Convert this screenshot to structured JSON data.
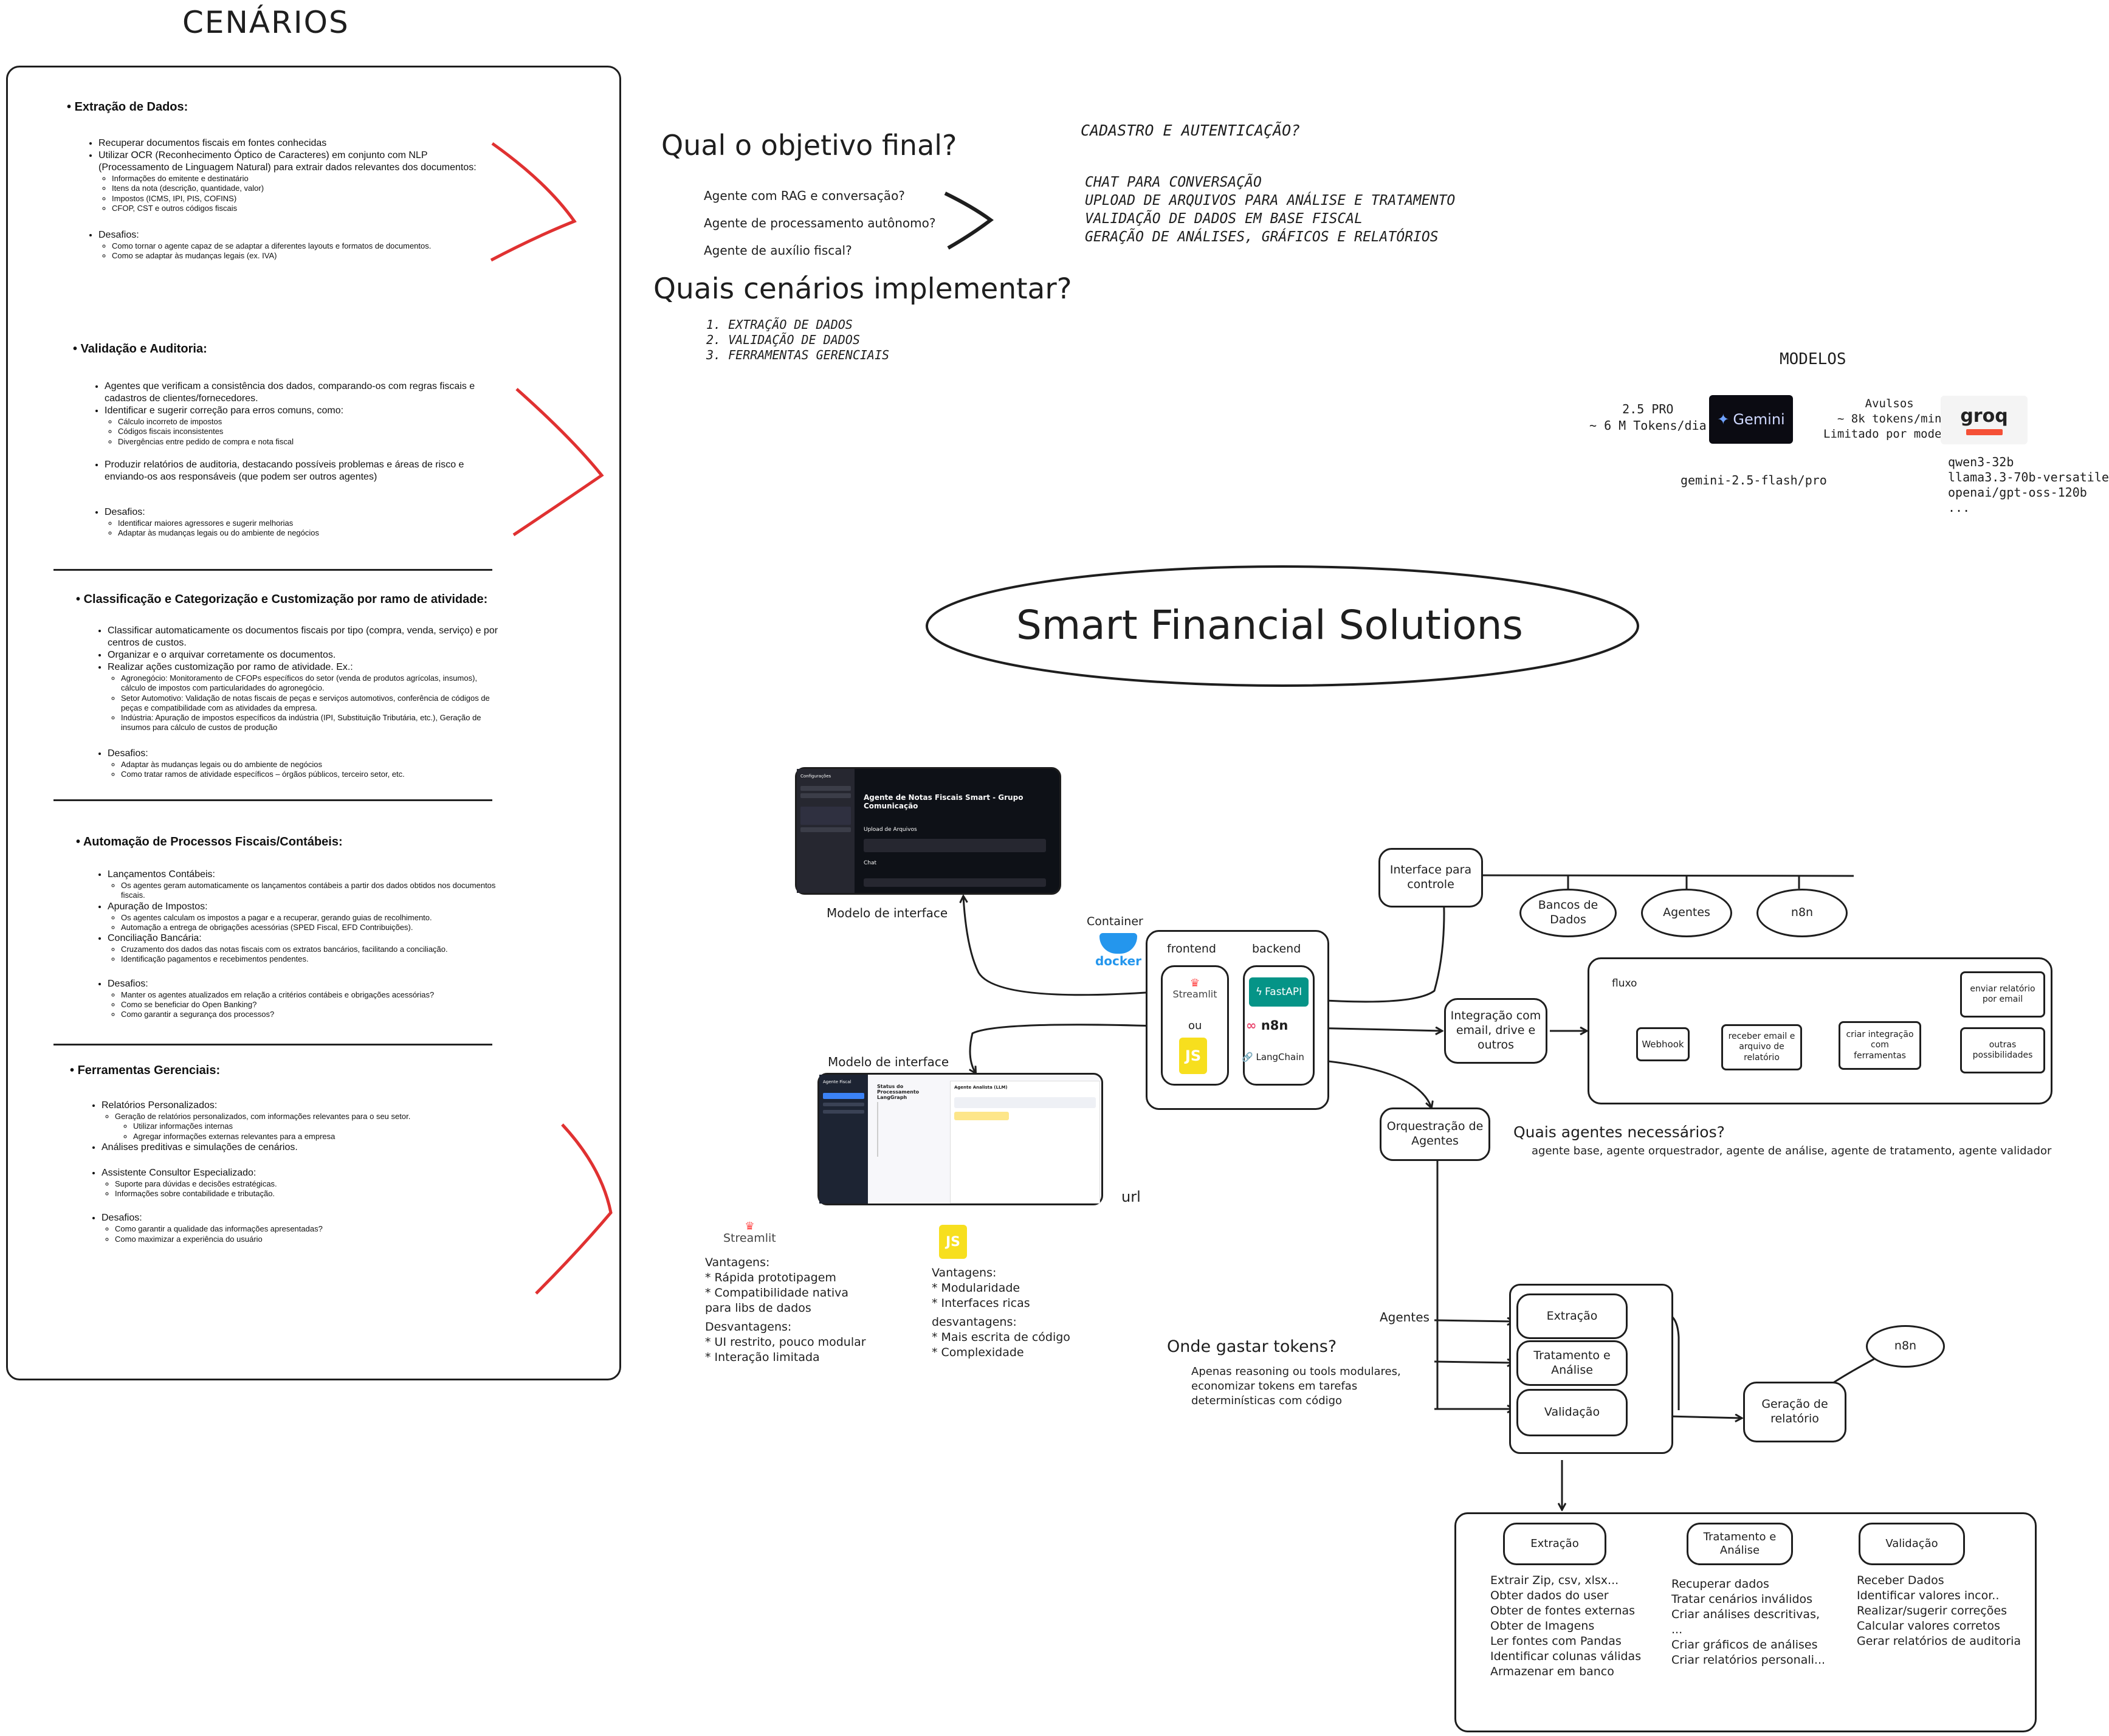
{
  "cenarios": {
    "title": "CENÁRIOS",
    "sections": [
      {
        "heading": "Extração de Dados:",
        "items": [
          {
            "text": "Recuperar documentos fiscais em fontes conhecidas",
            "sub": []
          },
          {
            "text": "Utilizar OCR (Reconhecimento Óptico de Caracteres) em conjunto com NLP (Processamento de Linguagem Natural) para extrair dados relevantes dos documentos:",
            "sub": [
              "Informações do emitente e destinatário",
              "Itens da nota (descrição, quantidade, valor)",
              "Impostos (ICMS, IPI, PIS, COFINS)",
              "CFOP, CST e outros códigos fiscais"
            ]
          },
          {
            "text": "Desafios:",
            "sub": [
              "Como tornar o agente capaz de se adaptar a diferentes layouts e formatos de documentos.",
              "Como se adaptar às mudanças legais (ex. IVA)"
            ]
          }
        ]
      },
      {
        "heading": "Validação e Auditoria:",
        "items": [
          {
            "text": "Agentes que verificam a consistência dos dados, comparando-os com regras fiscais e cadastros de clientes/fornecedores.",
            "sub": []
          },
          {
            "text": "Identificar e sugerir correção para erros comuns, como:",
            "sub": [
              "Cálculo incorreto de impostos",
              "Códigos fiscais inconsistentes",
              "Divergências entre pedido de compra e nota fiscal"
            ]
          },
          {
            "text": "Produzir relatórios de auditoria, destacando possíveis problemas e áreas de risco e enviando-os aos responsáveis (que podem ser outros agentes)",
            "sub": []
          },
          {
            "text": "Desafios:",
            "sub": [
              "Identificar maiores agressores e sugerir melhorias",
              "Adaptar às mudanças legais ou do ambiente de negócios"
            ]
          }
        ]
      },
      {
        "heading": "Classificação e Categorização e Customização por ramo de atividade:",
        "items": [
          {
            "text": "Classificar automaticamente os documentos fiscais por tipo (compra, venda, serviço) e por centros de custos.",
            "sub": []
          },
          {
            "text": "Organizar e o arquivar corretamente os documentos.",
            "sub": []
          },
          {
            "text": "Realizar ações customização por ramo de atividade. Ex.:",
            "sub": [
              "Agronegócio: Monitoramento de CFOPs específicos do setor (venda de produtos agrícolas, insumos), cálculo de impostos com particularidades do agronegócio.",
              "Setor Automotivo: Validação de notas fiscais de peças e serviços automotivos, conferência de códigos de peças e compatibilidade com as atividades da empresa.",
              "Indústria: Apuração de impostos específicos da indústria (IPI, Substituição Tributária, etc.), Geração de insumos para cálculo de custos de produção"
            ]
          },
          {
            "text": "Desafios:",
            "sub": [
              "Adaptar às mudanças legais ou do ambiente de negócios",
              "Como tratar ramos de atividade específicos – órgãos públicos, terceiro setor, etc."
            ]
          }
        ]
      },
      {
        "heading": "Automação de Processos Fiscais/Contábeis:",
        "items": [
          {
            "text": "Lançamentos Contábeis:",
            "sub": [
              "Os agentes geram automaticamente os lançamentos contábeis a partir dos dados obtidos nos documentos fiscais."
            ]
          },
          {
            "text": "Apuração de Impostos:",
            "sub": [
              "Os agentes calculam os impostos a pagar e a recuperar, gerando guias de recolhimento.",
              "Automação a entrega de obrigações acessórias (SPED Fiscal, EFD Contribuições)."
            ]
          },
          {
            "text": "Conciliação Bancária:",
            "sub": [
              "Cruzamento dos dados das notas fiscais com os extratos bancários, facilitando a conciliação.",
              "Identificação pagamentos e recebimentos pendentes."
            ]
          },
          {
            "text": "Desafios:",
            "sub": [
              "Manter os agentes atualizados em relação a critérios contábeis e obrigações acessórias?",
              "Como se beneficiar do Open Banking?",
              "Como garantir a segurança dos processos?"
            ]
          }
        ]
      },
      {
        "heading": "Ferramentas Gerenciais:",
        "items": [
          {
            "text": "Relatórios Personalizados:",
            "sub": [
              "Geração de relatórios personalizados, com informações relevantes para o seu setor.",
              "  Utilizar informações internas",
              "  Agregar informações externas relevantes para a empresa"
            ]
          },
          {
            "text": "Análises preditivas e simulações de cenários.",
            "sub": []
          },
          {
            "text": "Assistente Consultor Especializado:",
            "sub": [
              "Suporte para dúvidas e decisões estratégicas.",
              "Informações sobre contabilidade e tributação."
            ]
          },
          {
            "text": "Desafios:",
            "sub": [
              "Como garantir a qualidade das informações apresentadas?",
              "Como maximizar a experiência do usuário"
            ]
          }
        ]
      }
    ]
  },
  "objetivo": {
    "title": "Qual o objetivo final?",
    "options": [
      "Agente com RAG e conversação?",
      "Agente de processamento autônomo?",
      "Agente de auxílio fiscal?"
    ]
  },
  "cadastro": {
    "title": "CADASTRO E AUTENTICAÇÃO?",
    "items": [
      "CHAT PARA CONVERSAÇÃO",
      "UPLOAD DE ARQUIVOS PARA ANÁLISE E TRATAMENTO",
      "VALIDAÇÃO DE DADOS EM BASE FISCAL",
      "GERAÇÃO DE ANÁLISES, GRÁFICOS E RELATÓRIOS"
    ]
  },
  "cenarios_impl": {
    "title": "Quais cenários implementar?",
    "items": [
      "1. EXTRAÇÃO DE DADOS",
      "2. VALIDAÇÃO DE DADOS",
      "3. FERRAMENTAS GERENCIAIS"
    ]
  },
  "modelos": {
    "title": "MODELOS",
    "gemini_plan": [
      "2.5 PRO",
      "~ 6 M Tokens/dia"
    ],
    "gemini_logo": "Gemini",
    "gemini_caption": "gemini-2.5-flash/pro",
    "groq_plan": [
      "Avulsos",
      "~ 8k tokens/min",
      "Limitado por modelo"
    ],
    "groq_logo": "groq",
    "groq_badge": "",
    "groq_models": [
      "qwen3-32b",
      "llama3.3-70b-versatile",
      "openai/gpt-oss-120b",
      "..."
    ]
  },
  "main_title": "Smart Financial Solutions",
  "interface": {
    "model_label_1": "Modelo de interface",
    "model_label_2": "Modelo de interface",
    "url_label": "url",
    "shot1": {
      "sidebar_title": "Configurações",
      "heading": "Agente de Notas Fiscais Smart - Grupo Comunicação",
      "upload": "Upload de Arquivos",
      "chat": "Chat"
    },
    "shot2": {
      "sidebar_title": "Agente Fiscal",
      "panel_title": "Status do Processamento LangGraph",
      "chat_title": "Agente Analista (LLM)"
    }
  },
  "stack": {
    "container_label": "Container",
    "docker": "docker",
    "frontend": "frontend",
    "backend": "backend",
    "streamlit": "Streamlit",
    "ou": "ou",
    "js": "JS",
    "fastapi": "FastAPI",
    "n8n": "n8n",
    "langchain": "LangChain"
  },
  "streamlit_notes": {
    "logo": "Streamlit",
    "vantagens_title": "Vantagens:",
    "vantagens": [
      "* Rápida prototipagem",
      "* Compatibilidade nativa",
      "para libs de dados"
    ],
    "desvantagens_title": "Desvantagens:",
    "desvantagens": [
      "* UI restrito, pouco modular",
      "* Interação limitada"
    ]
  },
  "js_notes": {
    "logo": "JS",
    "vantagens_title": "Vantagens:",
    "vantagens": [
      "* Modularidade",
      "* Interfaces ricas"
    ],
    "desvantagens_title": "desvantagens:",
    "desvantagens": [
      "* Mais escrita de código",
      "* Complexidade"
    ]
  },
  "nodes": {
    "interface_controle": "Interface para controle",
    "bancos": "Bancos de Dados",
    "agentes": "Agentes",
    "n8n": "n8n",
    "integracao": "Integração com email, drive e outros",
    "orquestracao": "Orquestração de Agentes",
    "extracao": "Extração",
    "tratamento": "Tratamento e Análise",
    "validacao": "Validação",
    "geracao": "Geração de relatório",
    "n8n_small": "n8n",
    "agentes_label": "Agentes"
  },
  "fluxo": {
    "label": "fluxo",
    "webhook": "Webhook",
    "receber": "receber email e arquivo de relatório",
    "criar": "criar integração com ferramentas",
    "enviar": "enviar relatório por email",
    "outras": "outras possibilidades"
  },
  "quais_agentes": {
    "title": "Quais agentes necessários?",
    "text": "agente base, agente orquestrador, agente de análise, agente de tratamento, agente validador"
  },
  "tokens": {
    "title": "Onde gastar tokens?",
    "lines": [
      "Apenas reasoning ou tools modulares,",
      "economizar tokens em tarefas",
      "determinísticas com código"
    ]
  },
  "detail": {
    "extracao": {
      "title": "Extração",
      "items": [
        "Extrair Zip, csv, xlsx...",
        "Obter dados do user",
        "Obter de fontes externas",
        "Obter de Imagens",
        "Ler fontes com Pandas",
        "Identificar colunas válidas",
        "Armazenar em banco"
      ]
    },
    "tratamento": {
      "title": "Tratamento e Análise",
      "items": [
        "Recuperar dados",
        "Tratar cenários inválidos",
        "Criar análises descritivas,",
        "...",
        "Criar gráficos de análises",
        "Criar relatórios personali..."
      ]
    },
    "validacao": {
      "title": "Validação",
      "items": [
        "Receber Dados",
        "Identificar valores incor..",
        "Realizar/sugerir correções",
        "Calcular valores corretos",
        "Gerar relatórios de auditoria"
      ]
    }
  }
}
